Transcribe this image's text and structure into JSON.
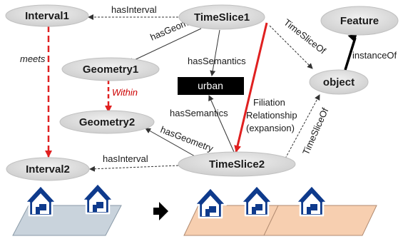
{
  "nodes": {
    "interval1": "Interval1",
    "timeslice1": "TimeSlice1",
    "feature": "Feature",
    "geometry1": "Geometry1",
    "urban": "urban",
    "object": "object",
    "geometry2": "Geometry2",
    "interval2": "Interval2",
    "timeslice2": "TimeSlice2"
  },
  "edges": {
    "has_interval_top": "hasInterval",
    "has_geometry_top": "hasGeometry",
    "has_semantics_top": "hasSemantics",
    "timeslice_of_top": "TimeSliceOf",
    "instance_of": "instanceOf",
    "meets": "meets",
    "within": "Within",
    "has_semantics_bottom": "hasSemantics",
    "filiation_line1": "Filiation",
    "filiation_line2": "Relationship",
    "filiation_line3": "(expansion)",
    "has_geometry_bottom": "hasGeometry",
    "timeslice_of_bottom": "TimeSliceOf",
    "has_interval_bottom": "hasInterval"
  },
  "colors": {
    "node_fill": "#d9d9d9",
    "red": "#e02020",
    "house": "#0e3a8c",
    "plane_before": "#c9d3dc",
    "plane_after": "#f7cfb0"
  },
  "icons": {
    "transition_arrow": "right-arrow-icon",
    "house": "house-icon"
  }
}
